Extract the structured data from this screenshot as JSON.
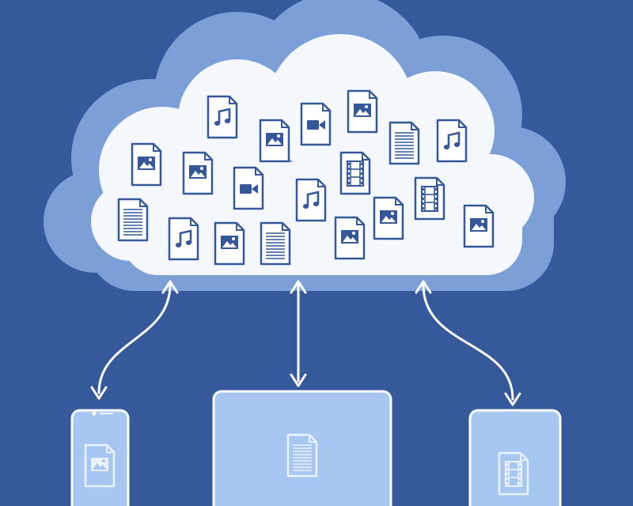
{
  "colors": {
    "background": "#35599a",
    "cloud_outer": "#7b9fd6",
    "cloud_inner": "#f4f8fd",
    "doc_fill": "#ffffff",
    "doc_stroke": "#34589a",
    "device_fill": "#a7c7f2",
    "device_border": "#ffffff",
    "device_doc_stroke": "#eaf2fc",
    "arrow": "#ffffff"
  },
  "cloud": {
    "files": [
      {
        "type": "music"
      },
      {
        "type": "video"
      },
      {
        "type": "image"
      },
      {
        "type": "image"
      },
      {
        "type": "text"
      },
      {
        "type": "music"
      },
      {
        "type": "image"
      },
      {
        "type": "image"
      },
      {
        "type": "video"
      },
      {
        "type": "film"
      },
      {
        "type": "text"
      },
      {
        "type": "music"
      },
      {
        "type": "film"
      },
      {
        "type": "image"
      },
      {
        "type": "image"
      },
      {
        "type": "music"
      },
      {
        "type": "image"
      },
      {
        "type": "text"
      },
      {
        "type": "image"
      }
    ]
  },
  "devices": [
    {
      "kind": "phone",
      "file": "image"
    },
    {
      "kind": "laptop",
      "file": "text"
    },
    {
      "kind": "tablet",
      "file": "film"
    }
  ],
  "connections": [
    {
      "from": "cloud",
      "to": "phone",
      "direction": "bidirectional"
    },
    {
      "from": "cloud",
      "to": "laptop",
      "direction": "bidirectional"
    },
    {
      "from": "cloud",
      "to": "tablet",
      "direction": "bidirectional"
    }
  ]
}
